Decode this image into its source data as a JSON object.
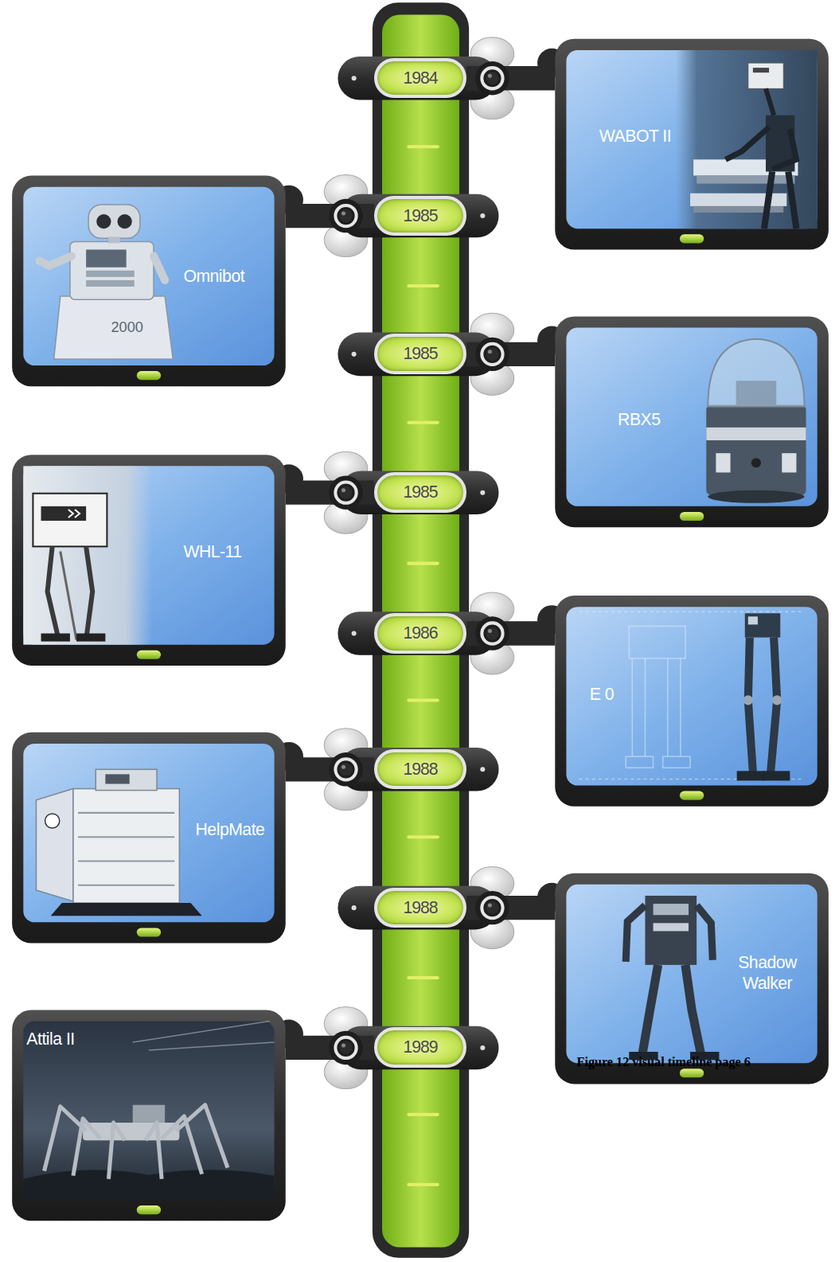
{
  "diagram": {
    "caption": "Figure 12 visual timeline page 6",
    "nodes": [
      {
        "text": [
          "1984"
        ]
      },
      {
        "text": [
          "WABOT II"
        ]
      },
      {
        "text": [
          "1985"
        ]
      },
      {
        "text": [
          "Omnibot"
        ]
      },
      {
        "text": [
          "1985"
        ]
      },
      {
        "text": [
          "RBX5"
        ]
      },
      {
        "text": [
          "1985"
        ]
      },
      {
        "text": [
          "WHL-11"
        ]
      },
      {
        "text": [
          "1986"
        ]
      },
      {
        "text": [
          "E 0"
        ]
      },
      {
        "text": [
          "1988"
        ]
      },
      {
        "text": [
          "HelpMate"
        ]
      },
      {
        "text": [
          "1988"
        ]
      },
      {
        "text": [
          "Shadow Walker"
        ]
      },
      {
        "text": [
          "1989"
        ]
      },
      {
        "text": [
          "Attila II"
        ]
      }
    ],
    "edges": [
      {
        "from": 0,
        "to": 1,
        "arrow": "none"
      },
      {
        "from": 2,
        "to": 3,
        "arrow": "none"
      },
      {
        "from": 4,
        "to": 5,
        "arrow": "none"
      },
      {
        "from": 6,
        "to": 7,
        "arrow": "none"
      },
      {
        "from": 8,
        "to": 9,
        "arrow": "none"
      },
      {
        "from": 10,
        "to": 11,
        "arrow": "none"
      },
      {
        "from": 12,
        "to": 13,
        "arrow": "none"
      },
      {
        "from": 14,
        "to": 15,
        "arrow": "none"
      }
    ],
    "labels": [
      "2000"
    ]
  }
}
